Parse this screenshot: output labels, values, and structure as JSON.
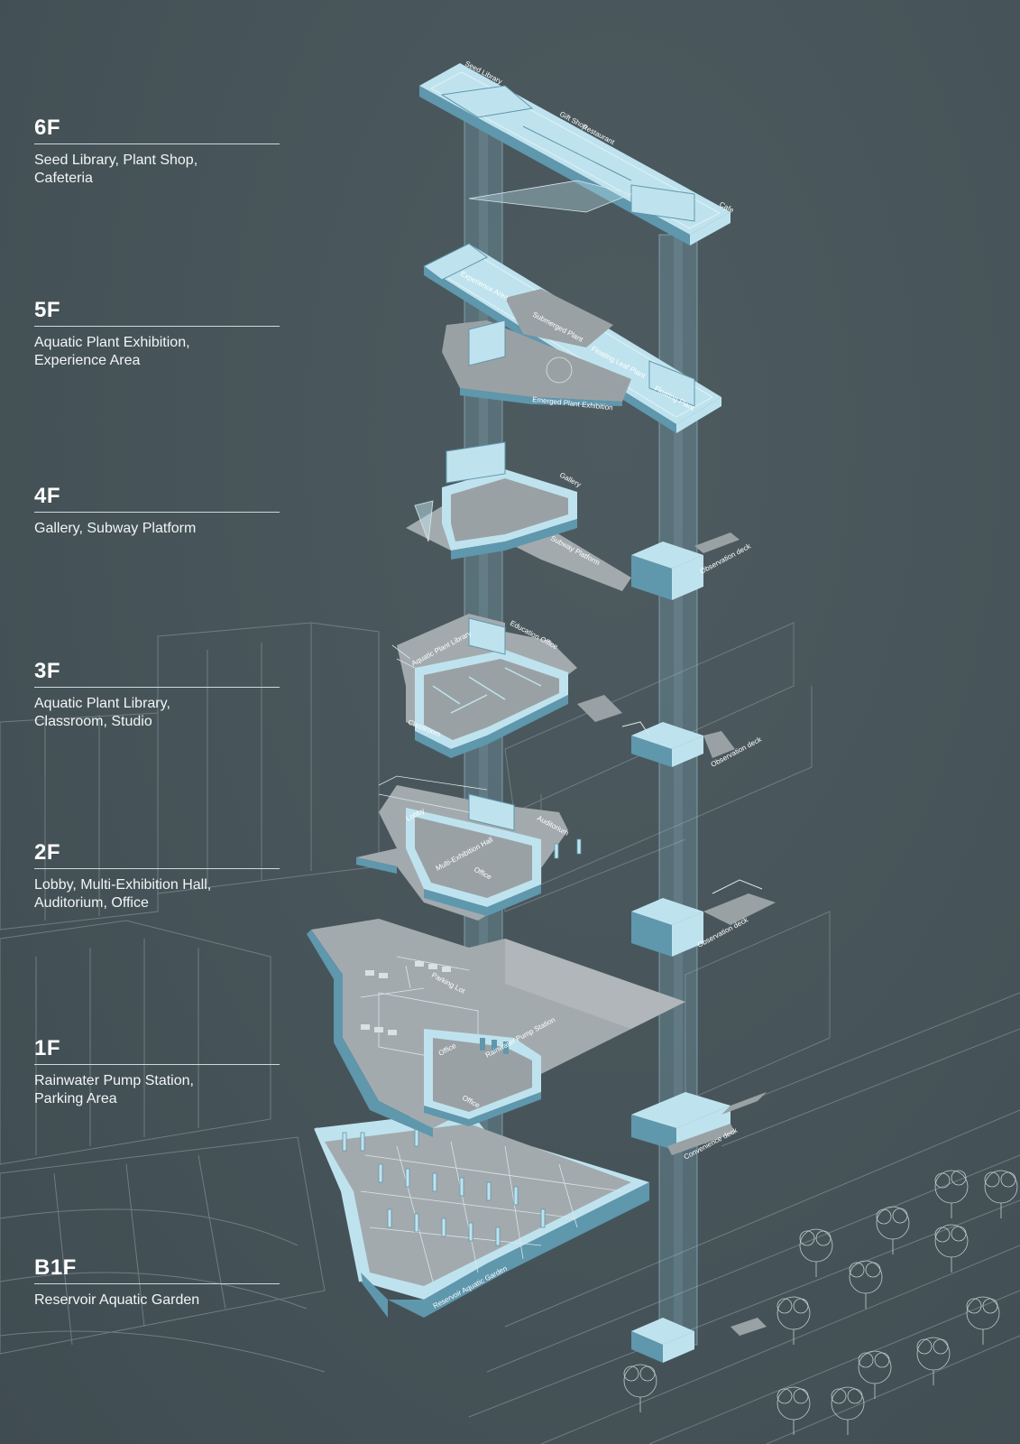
{
  "floors": [
    {
      "code": "6F",
      "desc": "Seed Library, Plant Shop,\nCafeteria"
    },
    {
      "code": "5F",
      "desc": "Aquatic Plant Exhibition,\nExperience Area"
    },
    {
      "code": "4F",
      "desc": "Gallery, Subway Platform"
    },
    {
      "code": "3F",
      "desc": "Aquatic Plant Library,\nClassroom, Studio"
    },
    {
      "code": "2F",
      "desc": "Lobby, Multi-Exhibition Hall,\nAuditorium, Office"
    },
    {
      "code": "1F",
      "desc": "Rainwater Pump Station,\nParking Area"
    },
    {
      "code": "B1F",
      "desc": "Reservoir  Aquatic Garden"
    }
  ],
  "labels": {
    "seed_library": "Seed Library",
    "gift_shop": "Gift Shop",
    "restaurant": "Restaurant",
    "cafe": "Cafe",
    "experience_area": "Experience Area",
    "submerged_plant": "Submerged Plant",
    "floating_leaf_plant": "Floating Leaf Plant",
    "floating_plant": "Floating Plant",
    "emerged_plant_exhibition": "Emerged Plant Exhibition",
    "gallery": "Gallery",
    "subway_platform": "Subway Platform",
    "observation_deck_4f": "Observation deck",
    "education_office": "Education Office",
    "aquatic_plant_library": "Aquatic Plant Library",
    "classroom": "Classroom",
    "observation_deck_3f": "Observation deck",
    "lobby": "Lobby",
    "auditorium": "Auditorium",
    "multi_exhibition_hall": "Multi-Exhibition Hall",
    "office_2f": "Office",
    "observation_deck_2f": "Observation deck",
    "parking_lot": "Parking Lot",
    "rainwater_pump_station": "Rainwater Pump Station",
    "office_1f_a": "Office",
    "office_1f_b": "Office",
    "convenience_deck": "Convenience deck",
    "reservoir_aquatic_garden": "Reservoir Aquatic Garden"
  },
  "colors": {
    "background": "#465459",
    "wall_blue": "#5f97ad",
    "wall_light": "#bfe3ee",
    "floor_grey": "#9aa1a4",
    "core_glass": "#8cc6da",
    "context_line": "#6f7d82"
  }
}
